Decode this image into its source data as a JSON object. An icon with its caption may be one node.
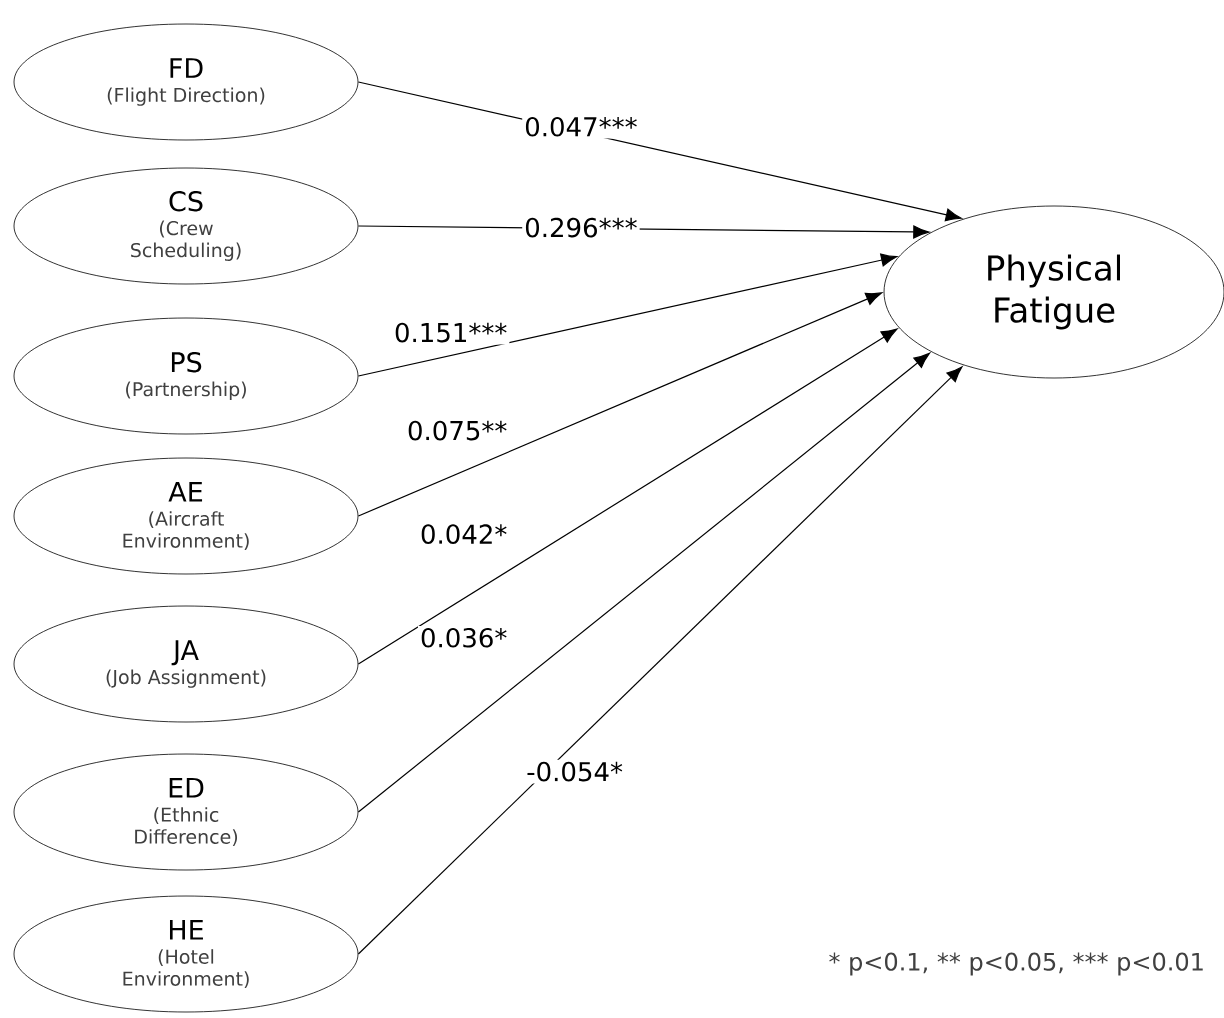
{
  "diagram": {
    "nodes": [
      {
        "text": [
          "FD",
          "(Flight Direction)"
        ]
      },
      {
        "text": [
          "CS",
          "(Crew Scheduling)"
        ]
      },
      {
        "text": [
          "PS",
          "(Partnership)"
        ]
      },
      {
        "text": [
          "AE",
          "(Aircraft Environment)"
        ]
      },
      {
        "text": [
          "JA",
          "(Job Assignment)"
        ]
      },
      {
        "text": [
          "ED",
          "(Ethnic Difference)"
        ]
      },
      {
        "text": [
          "HE",
          "(Hotel Environment)"
        ]
      },
      {
        "text": [
          "Physical Fatigue"
        ]
      }
    ],
    "edges": [
      {
        "from": 0,
        "to": 7,
        "arrow": "to",
        "label": "0.047***"
      },
      {
        "from": 1,
        "to": 7,
        "arrow": "to",
        "label": "0.296***"
      },
      {
        "from": 2,
        "to": 7,
        "arrow": "to",
        "label": "0.151***"
      },
      {
        "from": 3,
        "to": 7,
        "arrow": "to",
        "label": "0.075**"
      },
      {
        "from": 4,
        "to": 7,
        "arrow": "to",
        "label": "0.042*"
      },
      {
        "from": 5,
        "to": 7,
        "arrow": "to",
        "label": "0.036*"
      },
      {
        "from": 6,
        "to": 7,
        "arrow": "to",
        "label": "-0.054*"
      }
    ],
    "labels": [
      "* p<0.1, ** p<0.05, *** p<0.01"
    ]
  }
}
